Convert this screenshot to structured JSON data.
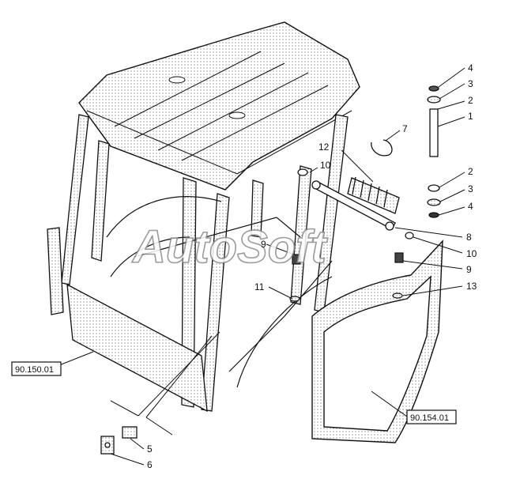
{
  "watermark": "AutoSoft",
  "refs": {
    "left": "90.150.01",
    "right": "90.154.01"
  },
  "callouts": {
    "c4a": "4",
    "c3a": "3",
    "c2a": "2",
    "c1": "1",
    "c7": "7",
    "c12": "12",
    "c10a": "10",
    "c2b": "2",
    "c3b": "3",
    "c4b": "4",
    "c8": "8",
    "c10b": "10",
    "c9a": "9",
    "c9b": "9",
    "c11": "11",
    "c13": "13",
    "c5": "5",
    "c6": "6"
  }
}
